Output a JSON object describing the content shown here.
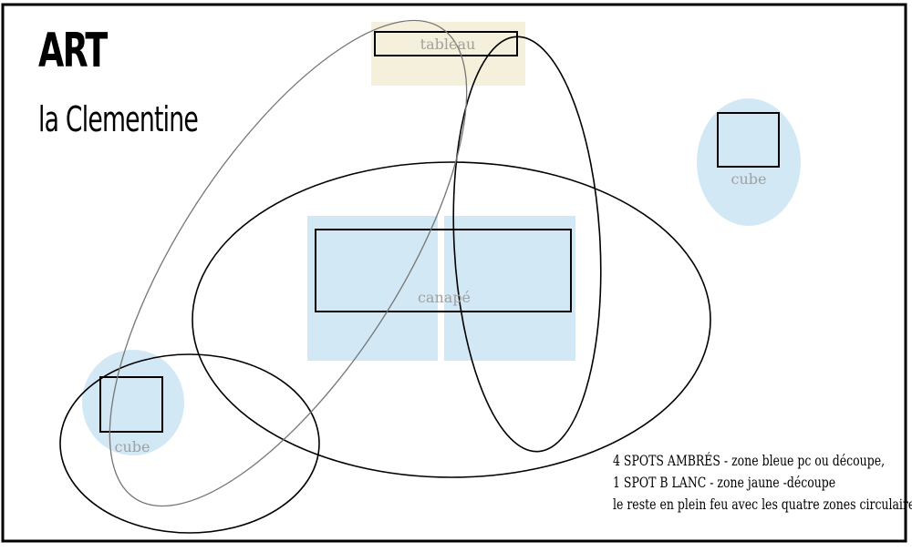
{
  "title": "ART",
  "subtitle": "la Clementine",
  "labels": {
    "tableau": "tableau",
    "canape": "canapé",
    "cube_right": "cube",
    "cube_left": "cube"
  },
  "notes": [
    "4  SPOTS AMBRÉS - zone bleue pc ou découpe,",
    "1  SPOT B LANC - zone jaune -découpe",
    "le reste en plein feu avec les quatre zones circulaires"
  ],
  "colors": {
    "blue_zone": "#d3e8f5",
    "yellow_zone": "#f5f0dc",
    "outline": "#000000",
    "label_gray": "#a0a0a0",
    "thin_ellipse": "#777777"
  }
}
